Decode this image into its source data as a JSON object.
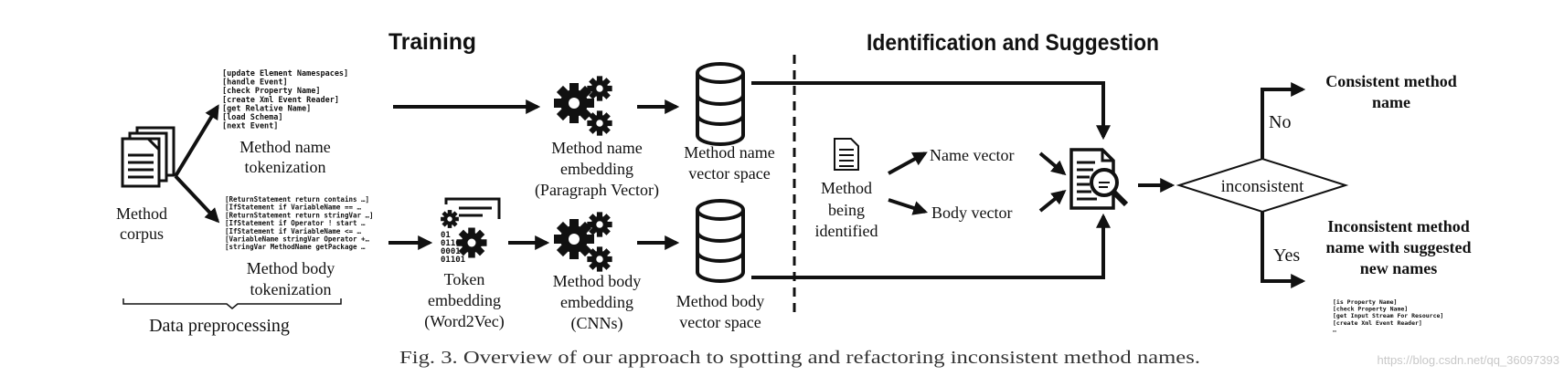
{
  "headings": {
    "training": "Training",
    "identification": "Identification and Suggestion"
  },
  "corpus": {
    "line1": "Method",
    "line2": "corpus"
  },
  "name_tokens": [
    "[update Element Namespaces]",
    "[handle Event]",
    "[check Property Name]",
    "[create Xml Event Reader]",
    "[get Relative Name]",
    "[load Schema]",
    "[next Event]"
  ],
  "name_tokenization": {
    "line1": "Method name",
    "line2": "tokenization"
  },
  "body_tokens": [
    "[ReturnStatement return contains …]",
    "[IfStatement if VariableName  == …",
    "[ReturnStatement return stringVar …]",
    "[IfStatement if Operator ! start …",
    "[IfStatement if VariableName <= …",
    "[VariableName stringVar Operator +…",
    "[stringVar MethodName getPackage …"
  ],
  "body_tokenization": {
    "line1": "Method body",
    "line2": "tokenization"
  },
  "preprocessing_label": "Data preprocessing",
  "binary": [
    "01",
    "0110",
    "0001",
    "01101"
  ],
  "token_embedding": {
    "line1": "Token",
    "line2": "embedding",
    "line3": "(Word2Vec)"
  },
  "name_embedding": {
    "line1": "Method name",
    "line2": "embedding",
    "line3": "(Paragraph Vector)"
  },
  "body_embedding": {
    "line1": "Method body",
    "line2": "embedding",
    "line3": "(CNNs)"
  },
  "name_space": {
    "line1": "Method name",
    "line2": "vector space"
  },
  "body_space": {
    "line1": "Method body",
    "line2": "vector space"
  },
  "method_identified": {
    "line1": "Method",
    "line2": "being",
    "line3": "identified"
  },
  "name_vector": "Name vector",
  "body_vector": "Body vector",
  "decision": "inconsistent",
  "no_label": "No",
  "yes_label": "Yes",
  "consistent_result": {
    "line1": "Consistent method",
    "line2": "name"
  },
  "inconsistent_result": {
    "line1": "Inconsistent method",
    "line2": "name with suggested",
    "line3": "new names"
  },
  "suggested_names": [
    "[is Property Name]",
    "[check Property Name]",
    "[get Input Stream For Resource]",
    "[create Xml Event Reader]",
    "…"
  ],
  "caption": "Fig. 3.  Overview of our approach to spotting and refactoring inconsistent method names.",
  "watermark": "https://blog.csdn.net/qq_36097393",
  "colors": {
    "ink": "#111111",
    "caption": "#333333",
    "watermark": "#c8c8c8"
  },
  "icons": [
    "documents-stack-icon",
    "gears-icon",
    "database-icon",
    "binary-gears-icon",
    "document-icon",
    "document-search-icon"
  ]
}
